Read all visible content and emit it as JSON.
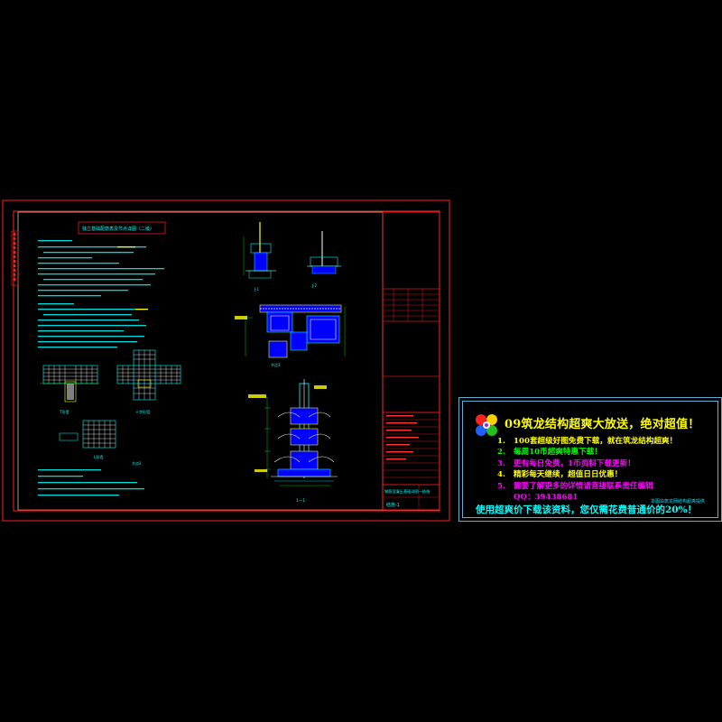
{
  "sheet": {
    "title_block_name": "钢筋混凝土基础详图—结施",
    "drawing_number": "结施-1",
    "notes_heading": "独立基础配筋表及节点详图（二级）",
    "section_label": "1—1",
    "detail_labels": [
      "J-1",
      "J-2",
      "J-3"
    ]
  },
  "colors": {
    "background": "#000000",
    "frame": "#ff2020",
    "inner_frame": "#ffffff",
    "linework": "#00ffff",
    "rebar": "#ffffff",
    "dims": "#00ff00",
    "fill": "#0000ff",
    "accent": "#ffff00",
    "ad_border": "#5fb0d0"
  },
  "ad": {
    "logo_icon": "pinwheel-logo-icon",
    "title": "09筑龙结构超爽大放送，绝对超值！",
    "items": [
      {
        "num": "1.",
        "text": "100套超级好图免费下载，就在筑龙结构超爽！",
        "color": "#ffff00"
      },
      {
        "num": "2.",
        "text": "每周10币超爽特惠下载！",
        "color": "#00ff00"
      },
      {
        "num": "3.",
        "text": "更有每日免费，1币资料下载更新！",
        "color": "#ff00ff"
      },
      {
        "num": "4.",
        "text": "精彩每天继续，超值日日优惠！",
        "color": "#ffff00"
      },
      {
        "num": "5.",
        "text": "需要了解更多的详情请直接联系责任编辑",
        "color": "#ff00ff"
      },
      {
        "num": "",
        "text": "QQ：39438681",
        "color": "#ff00ff"
      }
    ],
    "tag": "本图由筑龙网结构超爽提供",
    "footer": "使用超爽价下载该资料，您仅需花费普通价的20%！"
  }
}
